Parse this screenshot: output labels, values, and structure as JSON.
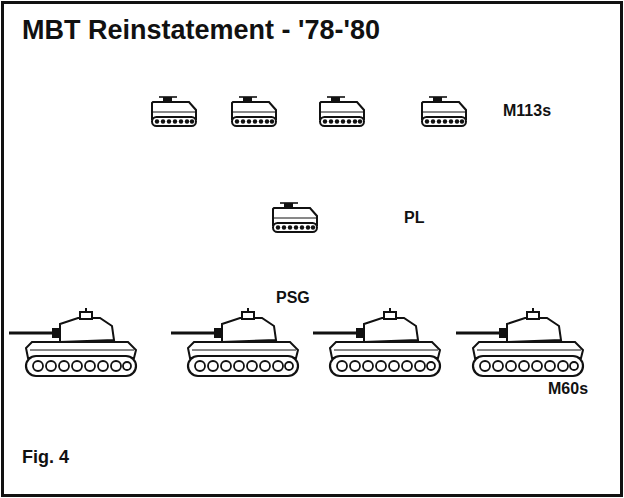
{
  "diagram": {
    "title": "MBT Reinstatement - '78-'80",
    "caption": "Fig. 4",
    "labels": [
      "M113s",
      "PL",
      "PSG",
      "M60s"
    ]
  }
}
